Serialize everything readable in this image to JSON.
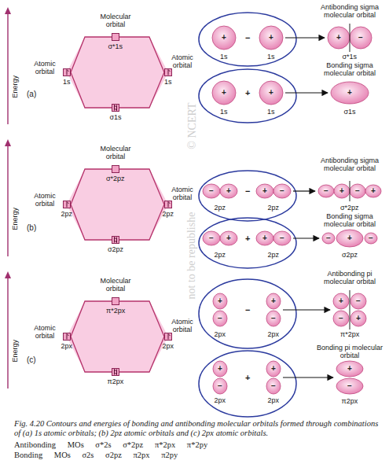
{
  "diagram": {
    "caption": "Fig. 4.20 Contours and energies of bonding and antibonding molecular orbitals formed through combinations of (a) 1s atomic orbitals; (b) 2pz atomic orbitals and (c) 2px atomic orbitals.",
    "nodes": [
      {
        "text": [
          "Molecular orbital",
          "σ*1s"
        ]
      },
      {
        "text": [
          "Atomic orbital",
          "1s"
        ]
      },
      {
        "text": [
          "Atomic orbital",
          "1s"
        ]
      },
      {
        "text": [
          "σ1s"
        ]
      },
      {
        "text": [
          "+",
          "1s"
        ]
      },
      {
        "text": [
          "+",
          "1s"
        ]
      },
      {
        "text": [
          "Antibonding sigma molecular orbital",
          "+",
          "−",
          "σ*1s"
        ]
      },
      {
        "text": [
          "+",
          "1s"
        ]
      },
      {
        "text": [
          "+",
          "1s"
        ]
      },
      {
        "text": [
          "Bonding sigma molecular orbital",
          "+",
          "σ1s"
        ]
      },
      {
        "text": [
          "Molecular orbital",
          "σ*2pz"
        ]
      },
      {
        "text": [
          "Atomic orbital",
          "2pz"
        ]
      },
      {
        "text": [
          "Atomic orbital",
          "2pz"
        ]
      },
      {
        "text": [
          "σ2pz"
        ]
      },
      {
        "text": [
          "−",
          "+",
          "2pz"
        ]
      },
      {
        "text": [
          "+",
          "−",
          "2pz"
        ]
      },
      {
        "text": [
          "Antibonding sigma molecular orbital",
          "−",
          "+",
          "−",
          "+",
          "σ*2pz"
        ]
      },
      {
        "text": [
          "−",
          "+",
          "2pz"
        ]
      },
      {
        "text": [
          "+",
          "−",
          "2pz"
        ]
      },
      {
        "text": [
          "Bonding sigma molecular orbital",
          "−",
          "+",
          "−",
          "σ2pz"
        ]
      },
      {
        "text": [
          "Molecular orbital",
          "π*2px"
        ]
      },
      {
        "text": [
          "Atomic orbital",
          "2px"
        ]
      },
      {
        "text": [
          "Atomic orbital",
          "2px"
        ]
      },
      {
        "text": [
          "π2px"
        ]
      },
      {
        "text": [
          "+",
          "−",
          "2px"
        ]
      },
      {
        "text": [
          "+",
          "−",
          "2px"
        ]
      },
      {
        "text": [
          "Antibonding pi molecular orbital",
          "+",
          "−",
          "−",
          "+",
          "π*2px"
        ]
      },
      {
        "text": [
          "+",
          "−",
          "2px"
        ]
      },
      {
        "text": [
          "+",
          "−",
          "2px"
        ]
      },
      {
        "text": [
          "Bonding pi molecular orbital",
          "+",
          "−",
          "π2px"
        ]
      }
    ],
    "edges": [
      {
        "from": 1,
        "to": 0,
        "arrow": "none"
      },
      {
        "from": 1,
        "to": 3,
        "arrow": "none"
      },
      {
        "from": 2,
        "to": 0,
        "arrow": "none"
      },
      {
        "from": 2,
        "to": 3,
        "arrow": "none"
      },
      {
        "from": 5,
        "to": 6,
        "arrow": "to"
      },
      {
        "from": 8,
        "to": 9,
        "arrow": "to"
      },
      {
        "from": 11,
        "to": 10,
        "arrow": "none"
      },
      {
        "from": 11,
        "to": 13,
        "arrow": "none"
      },
      {
        "from": 12,
        "to": 10,
        "arrow": "none"
      },
      {
        "from": 12,
        "to": 13,
        "arrow": "none"
      },
      {
        "from": 15,
        "to": 16,
        "arrow": "to"
      },
      {
        "from": 18,
        "to": 19,
        "arrow": "to"
      },
      {
        "from": 21,
        "to": 20,
        "arrow": "none"
      },
      {
        "from": 21,
        "to": 23,
        "arrow": "none"
      },
      {
        "from": 22,
        "to": 20,
        "arrow": "none"
      },
      {
        "from": 22,
        "to": 23,
        "arrow": "none"
      },
      {
        "from": 25,
        "to": 26,
        "arrow": "to"
      },
      {
        "from": 28,
        "to": 29,
        "arrow": "to"
      }
    ],
    "labels": [
      "(a)",
      "Energy",
      "−",
      "+",
      "(b)",
      "Energy",
      "−",
      "+",
      "(c)",
      "Energy",
      "−",
      "+",
      "© NCERT",
      "not to be republishe",
      "Antibonding MOs σ*2s σ*2pz π*2px π*2py",
      "Bonding MOs σ2s σ2pz π2px π2py"
    ]
  }
}
